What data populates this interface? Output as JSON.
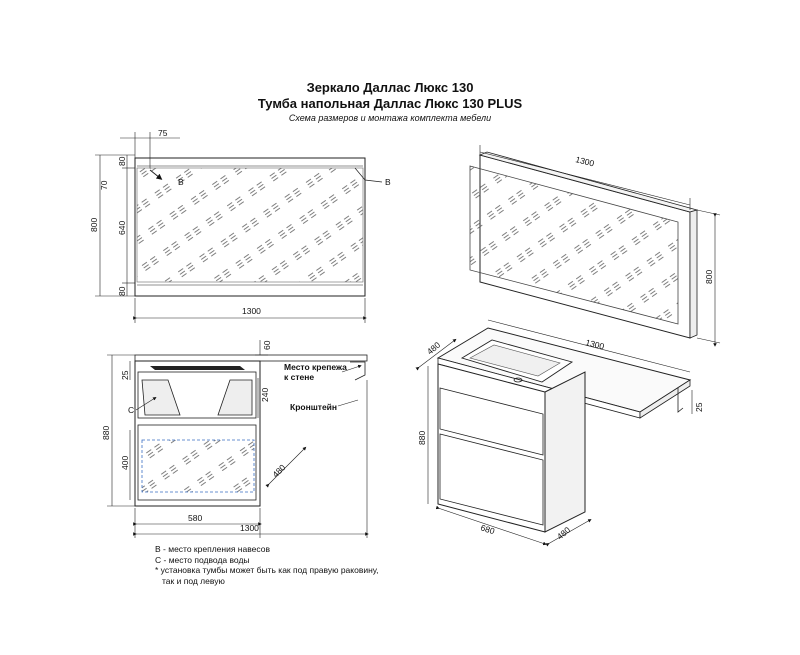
{
  "title": {
    "line1": "Зеркало Даллас Люкс 130",
    "line2": "Тумба напольная Даллас Люкс 130 PLUS",
    "subtitle": "Схема размеров и монтажа комплекта мебели"
  },
  "mirror_front": {
    "dim_top_offset": "75",
    "dim_h_total": "800",
    "dim_h_top": "80",
    "dim_h_70": "70",
    "dim_h_640": "640",
    "dim_h_bottom": "80",
    "dim_w": "1300",
    "mark_b_left": "B",
    "mark_b_right": "B"
  },
  "mirror_iso": {
    "dim_w": "1300",
    "dim_h": "800"
  },
  "cabinet_front": {
    "dim_60": "60",
    "dim_25": "25",
    "dim_240": "240",
    "dim_880": "880",
    "dim_400": "400",
    "dim_480": "480",
    "dim_580": "580",
    "dim_1300": "1300",
    "mark_c": "C",
    "label_mount_l1": "Место крепежа",
    "label_mount_l2": "к стене",
    "label_bracket": "Кронштейн"
  },
  "cabinet_iso": {
    "dim_480_top": "480",
    "dim_1300": "1300",
    "dim_880": "880",
    "dim_25": "25",
    "dim_680": "680",
    "dim_480_bottom": "480"
  },
  "notes": {
    "n1": "B - место крепления навесов",
    "n2": "C - место подвода воды",
    "n3": "* установка тумбы может быть как под правую раковину,",
    "n4": "так и под левую"
  }
}
